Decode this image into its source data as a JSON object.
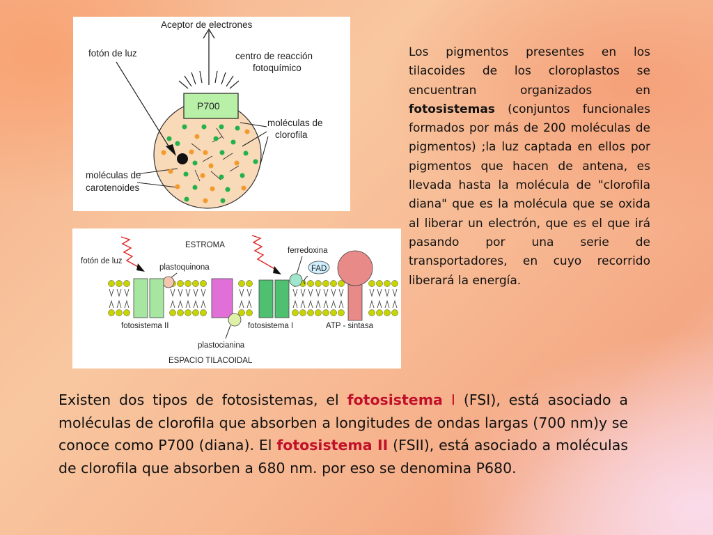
{
  "diagram_top": {
    "acceptor_label": "Aceptor de electrones",
    "photon_label": "fotón de luz",
    "reaction_center_line1": "centro de reacción",
    "reaction_center_line2": "fotoquímico",
    "p700_label": "P700",
    "chlorophyll_line1": "moléculas de",
    "chlorophyll_line2": "clorofila",
    "carotenoid_line1": "moléculas de",
    "carotenoid_line2": "carotenoides"
  },
  "diagram_bottom": {
    "estroma_label": "ESTROMA",
    "photon_label": "fotón de luz",
    "plastoquinona_label": "plastoquinona",
    "ferredoxina_label": "ferredoxina",
    "fad_label": "FAD",
    "ps2_label": "fotosistema II",
    "ps1_label": "fotosistema I",
    "atp_label": "ATP - sintasa",
    "plastocianina_label": "plastocianina",
    "espacio_label": "ESPACIO TILACOIDAL"
  },
  "side_text": {
    "part1": "Los pigmentos presentes en los tilacoides de los cloroplastos se encuentran organizados en ",
    "bold": "fotosistemas",
    "part2": " (conjuntos funcionales formados por más de 200 moléculas de pigmentos) ;la luz captada en ellos por pigmentos que hacen de antena, es llevada hasta la molécula de \"clorofila diana\" que es la molécula que se oxida al liberar un electrón, que es el que irá pasando por una serie de transportadores, en cuyo recorrido liberará la energía."
  },
  "bottom_text": {
    "part1": "Existen dos tipos de fotosistemas, el ",
    "hl1": "fotosistema",
    "hl1b": " I",
    "part2": " (FSI), está asociado a moléculas de clorofila que absorben a longitudes de ondas largas (700 nm)y se conoce como P700 (diana). El ",
    "hl2": "fotosistema II",
    "part3": " (FSII), está asociado a moléculas de clorofila que absorben a 680 nm. por eso se denomina P680."
  },
  "colors": {
    "green_dot": "#22b24c",
    "orange_dot": "#f39a2c",
    "sphere_fill": "#f8d9b8",
    "p700_fill": "#b8f0a8",
    "lipid_head": "#c8d400",
    "ps2_fill": "#a6e6a0",
    "middle_complex": "#e070d8",
    "ps1_fill": "#4ec070",
    "atp_fill": "#e88a88",
    "highlight_red": "#c0102a"
  }
}
